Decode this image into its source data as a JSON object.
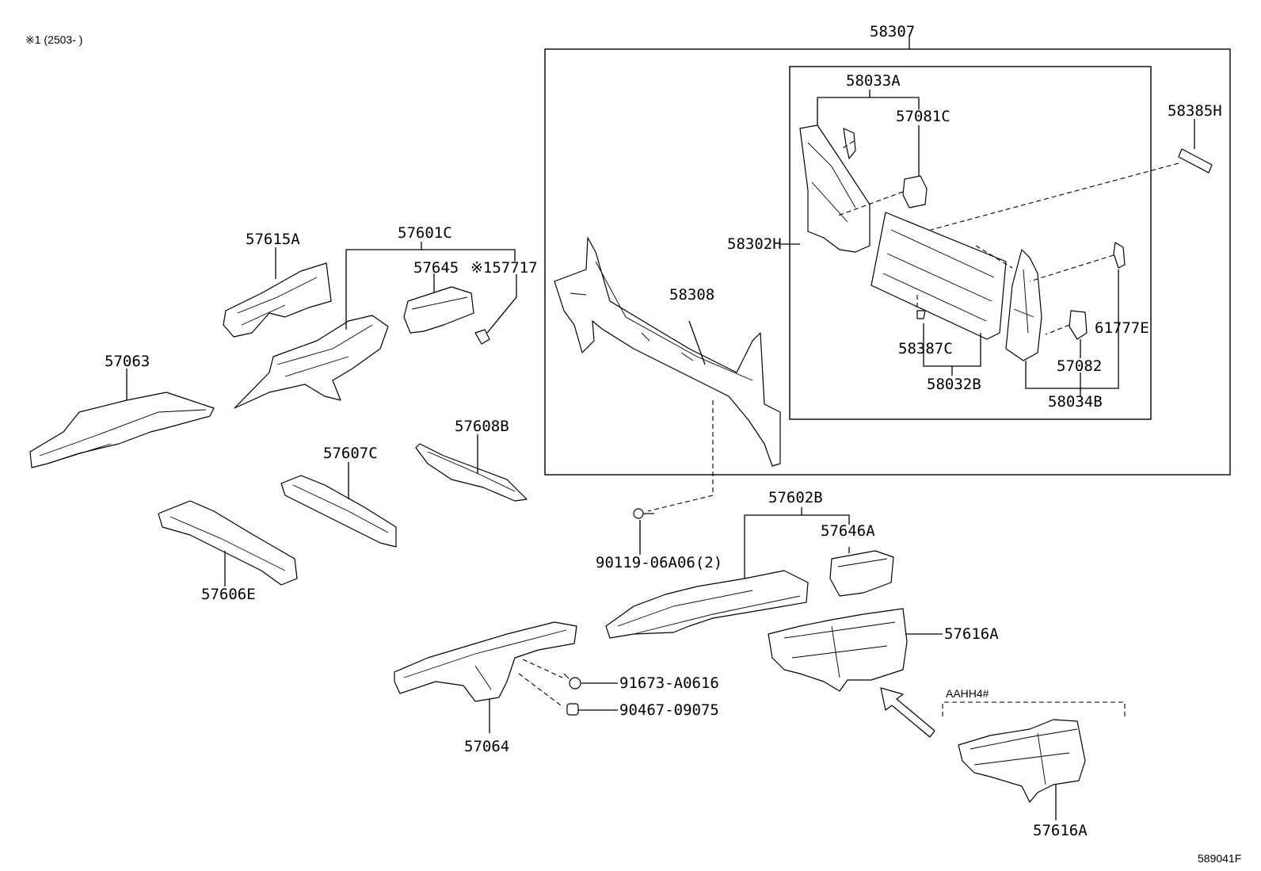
{
  "header_note": "※1 (2503-   )",
  "diagram_code": "589041F",
  "variant_label": "AAHH4#",
  "labels": {
    "p58307": "58307",
    "p58033A": "58033A",
    "p57081C": "57081C",
    "p58385H": "58385H",
    "p58302H": "58302H",
    "p58308": "58308",
    "p61777E": "61777E",
    "p58387C": "58387C",
    "p57082": "57082",
    "p58032B": "58032B",
    "p58034B": "58034B",
    "p57615A": "57615A",
    "p57601C": "57601C",
    "p57645": "57645",
    "p157717": "※157717",
    "p57063": "57063",
    "p57608B": "57608B",
    "p57607C": "57607C",
    "p57606E": "57606E",
    "p57602B": "57602B",
    "p57646A": "57646A",
    "p90119": "90119-06A06(2)",
    "p57616A_1": "57616A",
    "p91673": "91673-A0616",
    "p90467": "90467-09075",
    "p57064": "57064",
    "p57616A_2": "57616A"
  }
}
